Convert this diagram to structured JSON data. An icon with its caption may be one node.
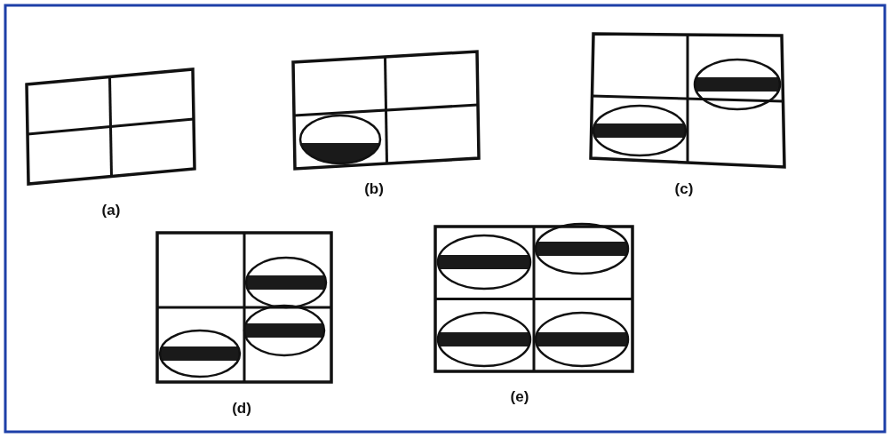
{
  "diagram": {
    "labels": [
      "(a)",
      "(b)",
      "(c)",
      "(d)",
      "(e)"
    ]
  }
}
